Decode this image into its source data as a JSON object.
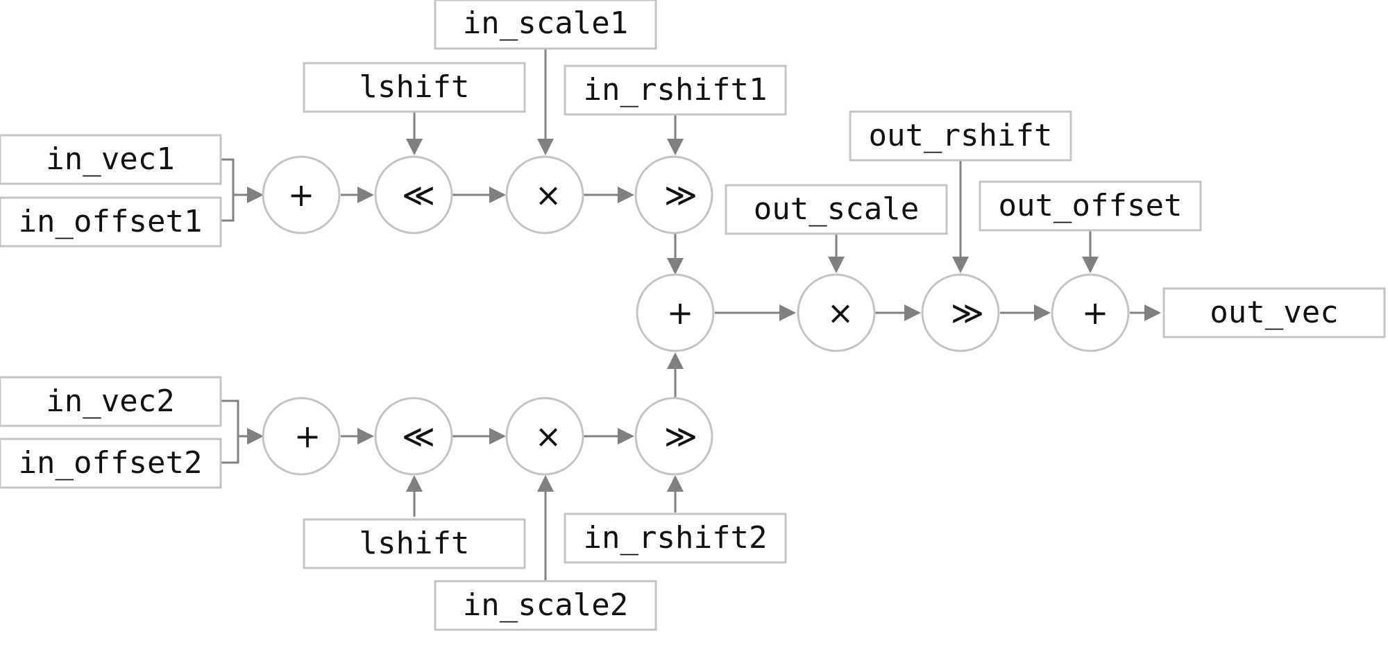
{
  "diagram": {
    "boxes": {
      "in_scale1": "in_scale1",
      "lshift_top": "lshift",
      "in_rshift1": "in_rshift1",
      "in_vec1": "in_vec1",
      "in_offset1": "in_offset1",
      "out_rshift": "out_rshift",
      "out_scale": "out_scale",
      "out_offset": "out_offset",
      "out_vec": "out_vec",
      "in_vec2": "in_vec2",
      "in_offset2": "in_offset2",
      "lshift_bottom": "lshift",
      "in_rshift2": "in_rshift2",
      "in_scale2": "in_scale2"
    },
    "ops": {
      "add_top": "+",
      "lshift_top": "≪",
      "mul_top": "×",
      "rshift_top": "≫",
      "add_mid": "+",
      "mul_out": "×",
      "rshift_out": "≫",
      "add_out": "+",
      "add_bottom": "+",
      "lshift_bottom": "≪",
      "mul_bottom": "×",
      "rshift_bottom": "≫"
    }
  }
}
